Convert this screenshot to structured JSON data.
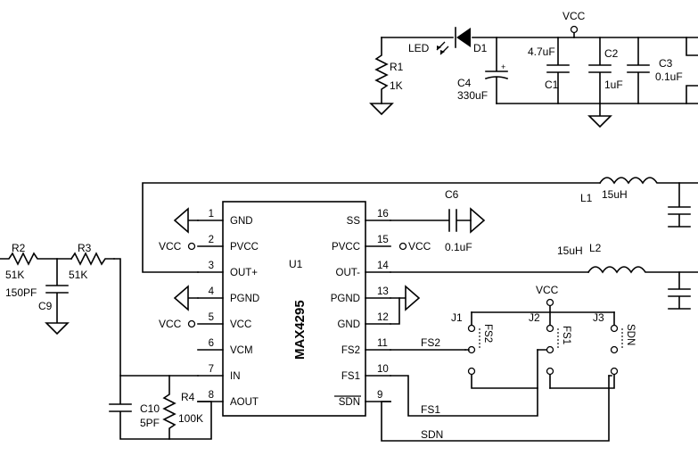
{
  "ic": {
    "name": "MAX4295",
    "designator": "U1",
    "left_pins": [
      {
        "num": "1",
        "name": "GND"
      },
      {
        "num": "2",
        "name": "PVCC"
      },
      {
        "num": "3",
        "name": "OUT+"
      },
      {
        "num": "4",
        "name": "PGND"
      },
      {
        "num": "5",
        "name": "VCC"
      },
      {
        "num": "6",
        "name": "VCM"
      },
      {
        "num": "7",
        "name": "IN"
      },
      {
        "num": "8",
        "name": "AOUT"
      }
    ],
    "right_pins": [
      {
        "num": "16",
        "name": "SS"
      },
      {
        "num": "15",
        "name": "PVCC"
      },
      {
        "num": "14",
        "name": "OUT-"
      },
      {
        "num": "13",
        "name": "PGND"
      },
      {
        "num": "12",
        "name": "GND"
      },
      {
        "num": "11",
        "name": "FS2"
      },
      {
        "num": "10",
        "name": "FS1"
      },
      {
        "num": "9",
        "name": "SDN"
      }
    ]
  },
  "supply": {
    "vcc_top": "VCC",
    "vcc_pin2": "VCC",
    "vcc_pin5": "VCC",
    "vcc_pin15": "VCC",
    "vcc_jumpers": "VCC"
  },
  "power_section": {
    "led_label": "LED",
    "d1": "D1",
    "r1": "R1",
    "r1_value": "1K",
    "c4": "C4",
    "c4_value": "330uF",
    "c1_value": "4.7uF",
    "c1": "C1",
    "c2": "C2",
    "c2_value": "1uF",
    "c3": "C3",
    "c3_value": "0.1uF"
  },
  "output_section": {
    "c6": "C6",
    "c6_value": "0.1uF",
    "l1": "L1",
    "l1_value": "15uH",
    "l2": "L2",
    "l2_value": "15uH"
  },
  "input_section": {
    "r2": "R2",
    "r2_value": "51K",
    "r3": "R3",
    "r3_value": "51K",
    "c9": "C9",
    "c9_value": "150PF",
    "c10": "C10",
    "c10_value": "5PF",
    "r4": "R4",
    "r4_value": "100K"
  },
  "jumpers": {
    "j1": "J1",
    "j2": "J2",
    "j3": "J3",
    "fs2": "FS2",
    "fs1": "FS1",
    "sdn": "SDN"
  },
  "nets": {
    "fs2": "FS2",
    "fs1": "FS1",
    "sdn": "SDN"
  }
}
